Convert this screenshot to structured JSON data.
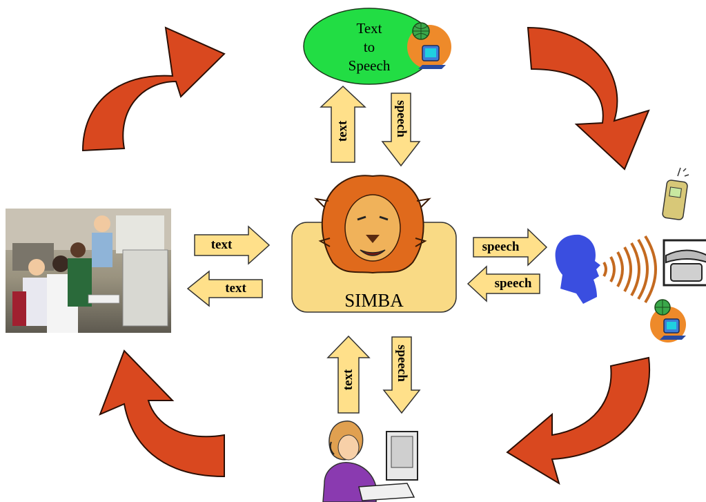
{
  "tts": {
    "line1": "Text",
    "line2": "to",
    "line3": "Speech"
  },
  "center": {
    "label": "SIMBA"
  },
  "arrows": {
    "top_up": "text",
    "top_down": "speech",
    "left_right": "text",
    "left_left": "text",
    "right_right": "speech",
    "right_left": "speech",
    "bottom_up": "text",
    "bottom_down": "speech"
  },
  "colors": {
    "cycle_arrow": "#d9481f",
    "block_arrow": "#ffe08a",
    "center_box": "#f9da85",
    "tts_ellipse": "#22dd44",
    "head": "#3a4ee0"
  },
  "icons": [
    "lion-icon",
    "globe-computer-icon",
    "mobile-phone-icon",
    "telephone-icon",
    "speaking-head-icon",
    "call-agent-icon",
    "office-photo"
  ]
}
